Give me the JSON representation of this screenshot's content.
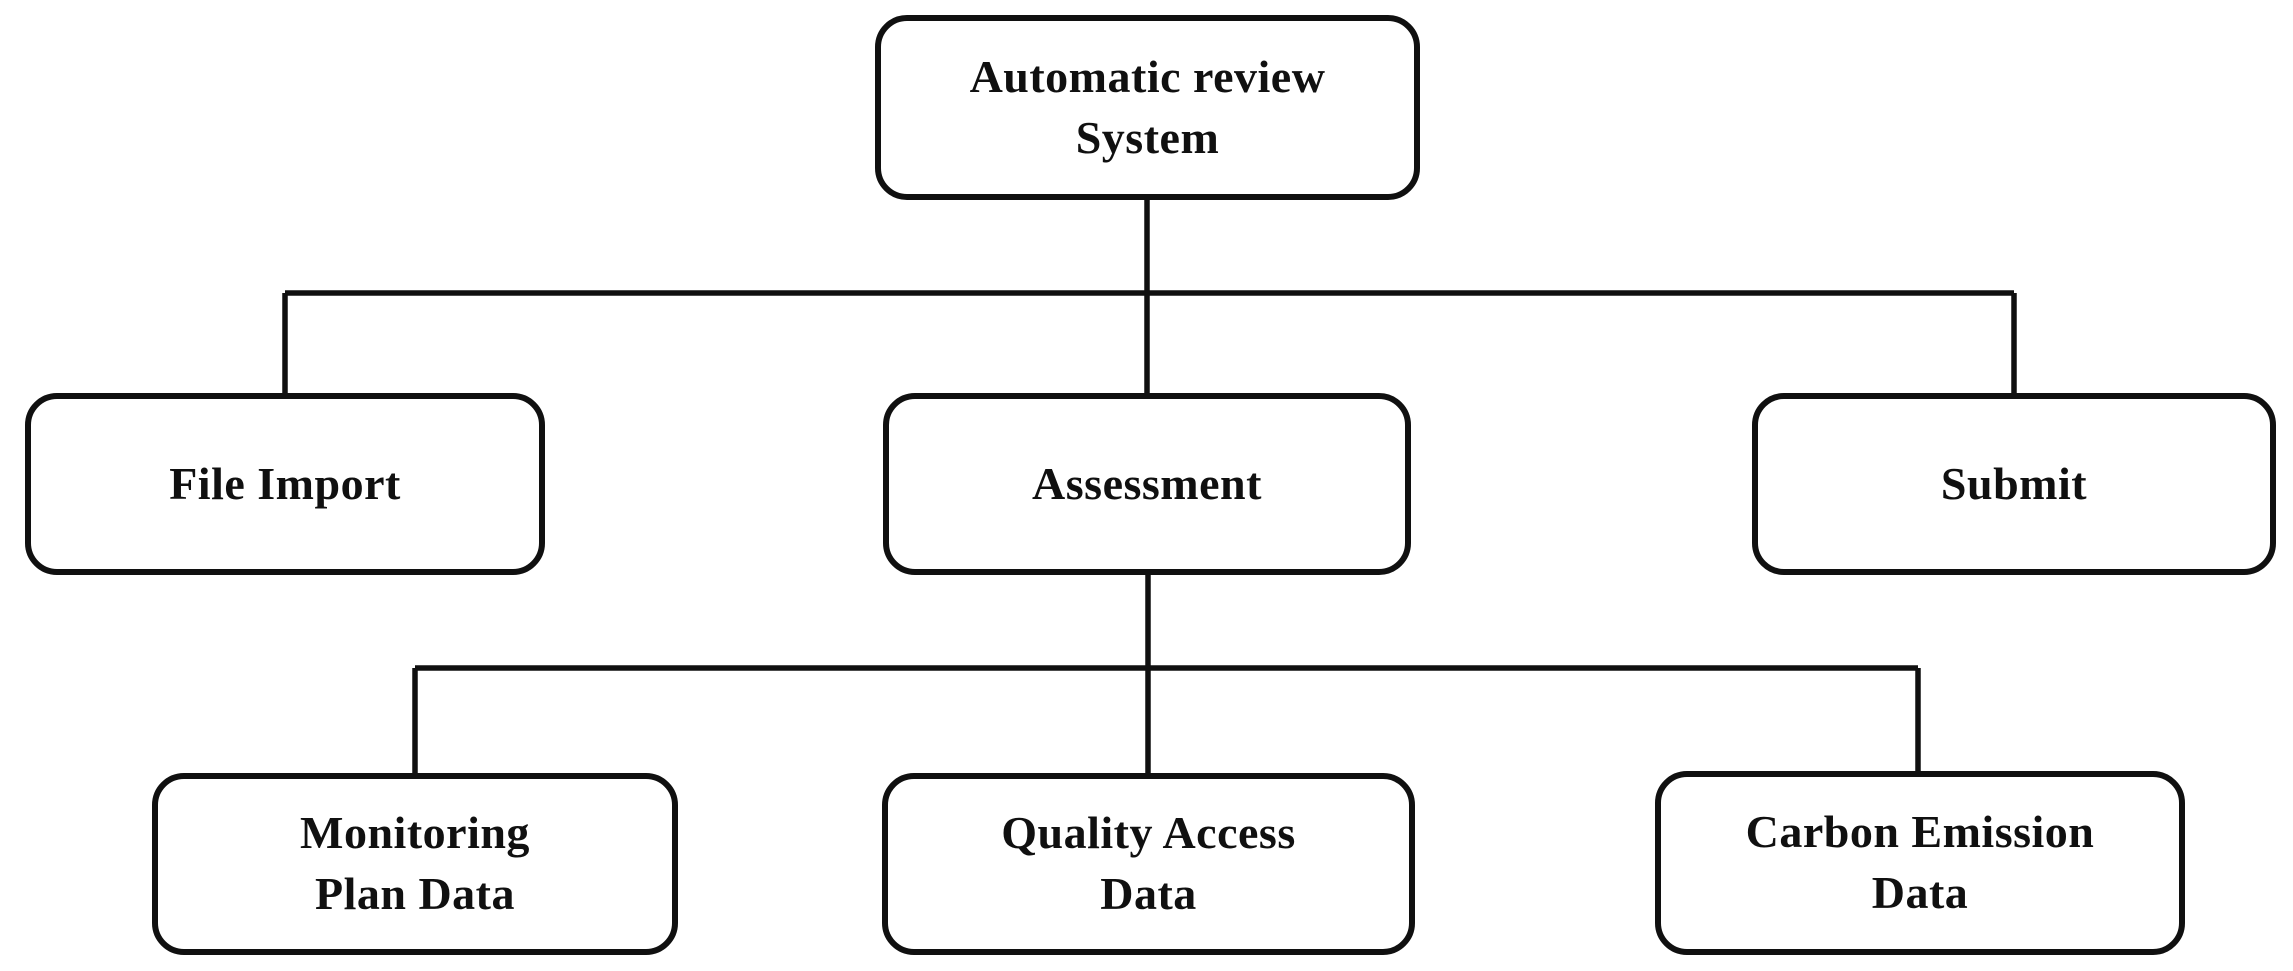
{
  "diagram": {
    "type": "flowchart",
    "colors": {
      "line": "#101010",
      "text": "#101010",
      "background": "#ffffff"
    },
    "nodes": [
      {
        "id": "root",
        "label": "Automatic review\nSystem",
        "level": 1
      },
      {
        "id": "file-import",
        "label": "File Import",
        "level": 2
      },
      {
        "id": "assessment",
        "label": "Assessment",
        "level": 2
      },
      {
        "id": "submit",
        "label": "Submit",
        "level": 2
      },
      {
        "id": "monitoring-plan-data",
        "label": "Monitoring\nPlan Data",
        "level": 3
      },
      {
        "id": "quality-access-data",
        "label": "Quality Access\nData",
        "level": 3
      },
      {
        "id": "carbon-emission-data",
        "label": "Carbon Emission\nData",
        "level": 3
      }
    ],
    "edges": [
      {
        "from": "root",
        "to": "file-import"
      },
      {
        "from": "root",
        "to": "assessment"
      },
      {
        "from": "root",
        "to": "submit"
      },
      {
        "from": "assessment",
        "to": "monitoring-plan-data"
      },
      {
        "from": "assessment",
        "to": "quality-access-data"
      },
      {
        "from": "assessment",
        "to": "carbon-emission-data"
      }
    ]
  }
}
